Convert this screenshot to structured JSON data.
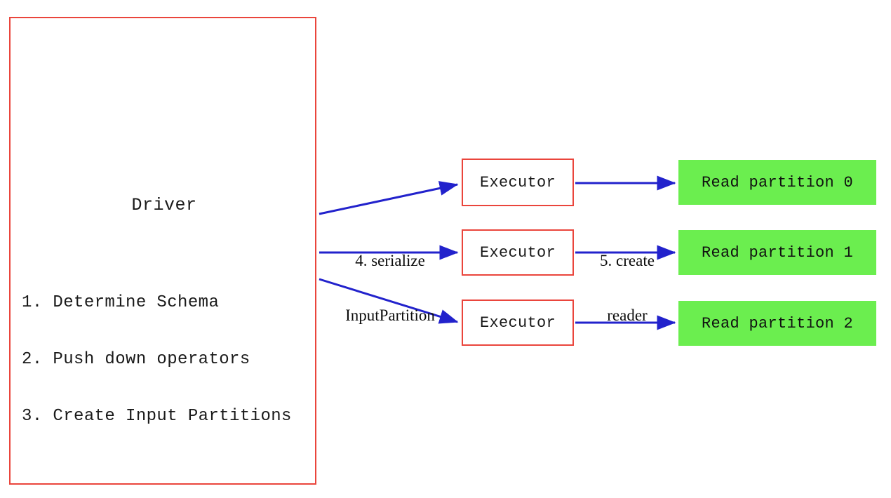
{
  "diagram": {
    "title": "Spark DataSourceV2 read flow",
    "colors": {
      "box_border_red": "#ea453c",
      "partition_green": "#6bee4f",
      "arrow_blue": "#2222cc",
      "text_black": "#1a1a1a",
      "background": "#ffffff"
    },
    "driver": {
      "title": "Driver",
      "steps": [
        "1. Determine Schema",
        "2. Push down operators",
        "3. Create Input Partitions"
      ]
    },
    "executors": [
      {
        "label": "Executor"
      },
      {
        "label": "Executor"
      },
      {
        "label": "Executor"
      }
    ],
    "partitions": [
      {
        "label": "Read partition 0"
      },
      {
        "label": "Read partition 1"
      },
      {
        "label": "Read partition 2"
      }
    ],
    "edge_labels": {
      "serialize": {
        "line1": "4. serialize",
        "line2": "InputPartition"
      },
      "create_reader": {
        "line1": "5. create",
        "line2": "reader"
      }
    }
  }
}
